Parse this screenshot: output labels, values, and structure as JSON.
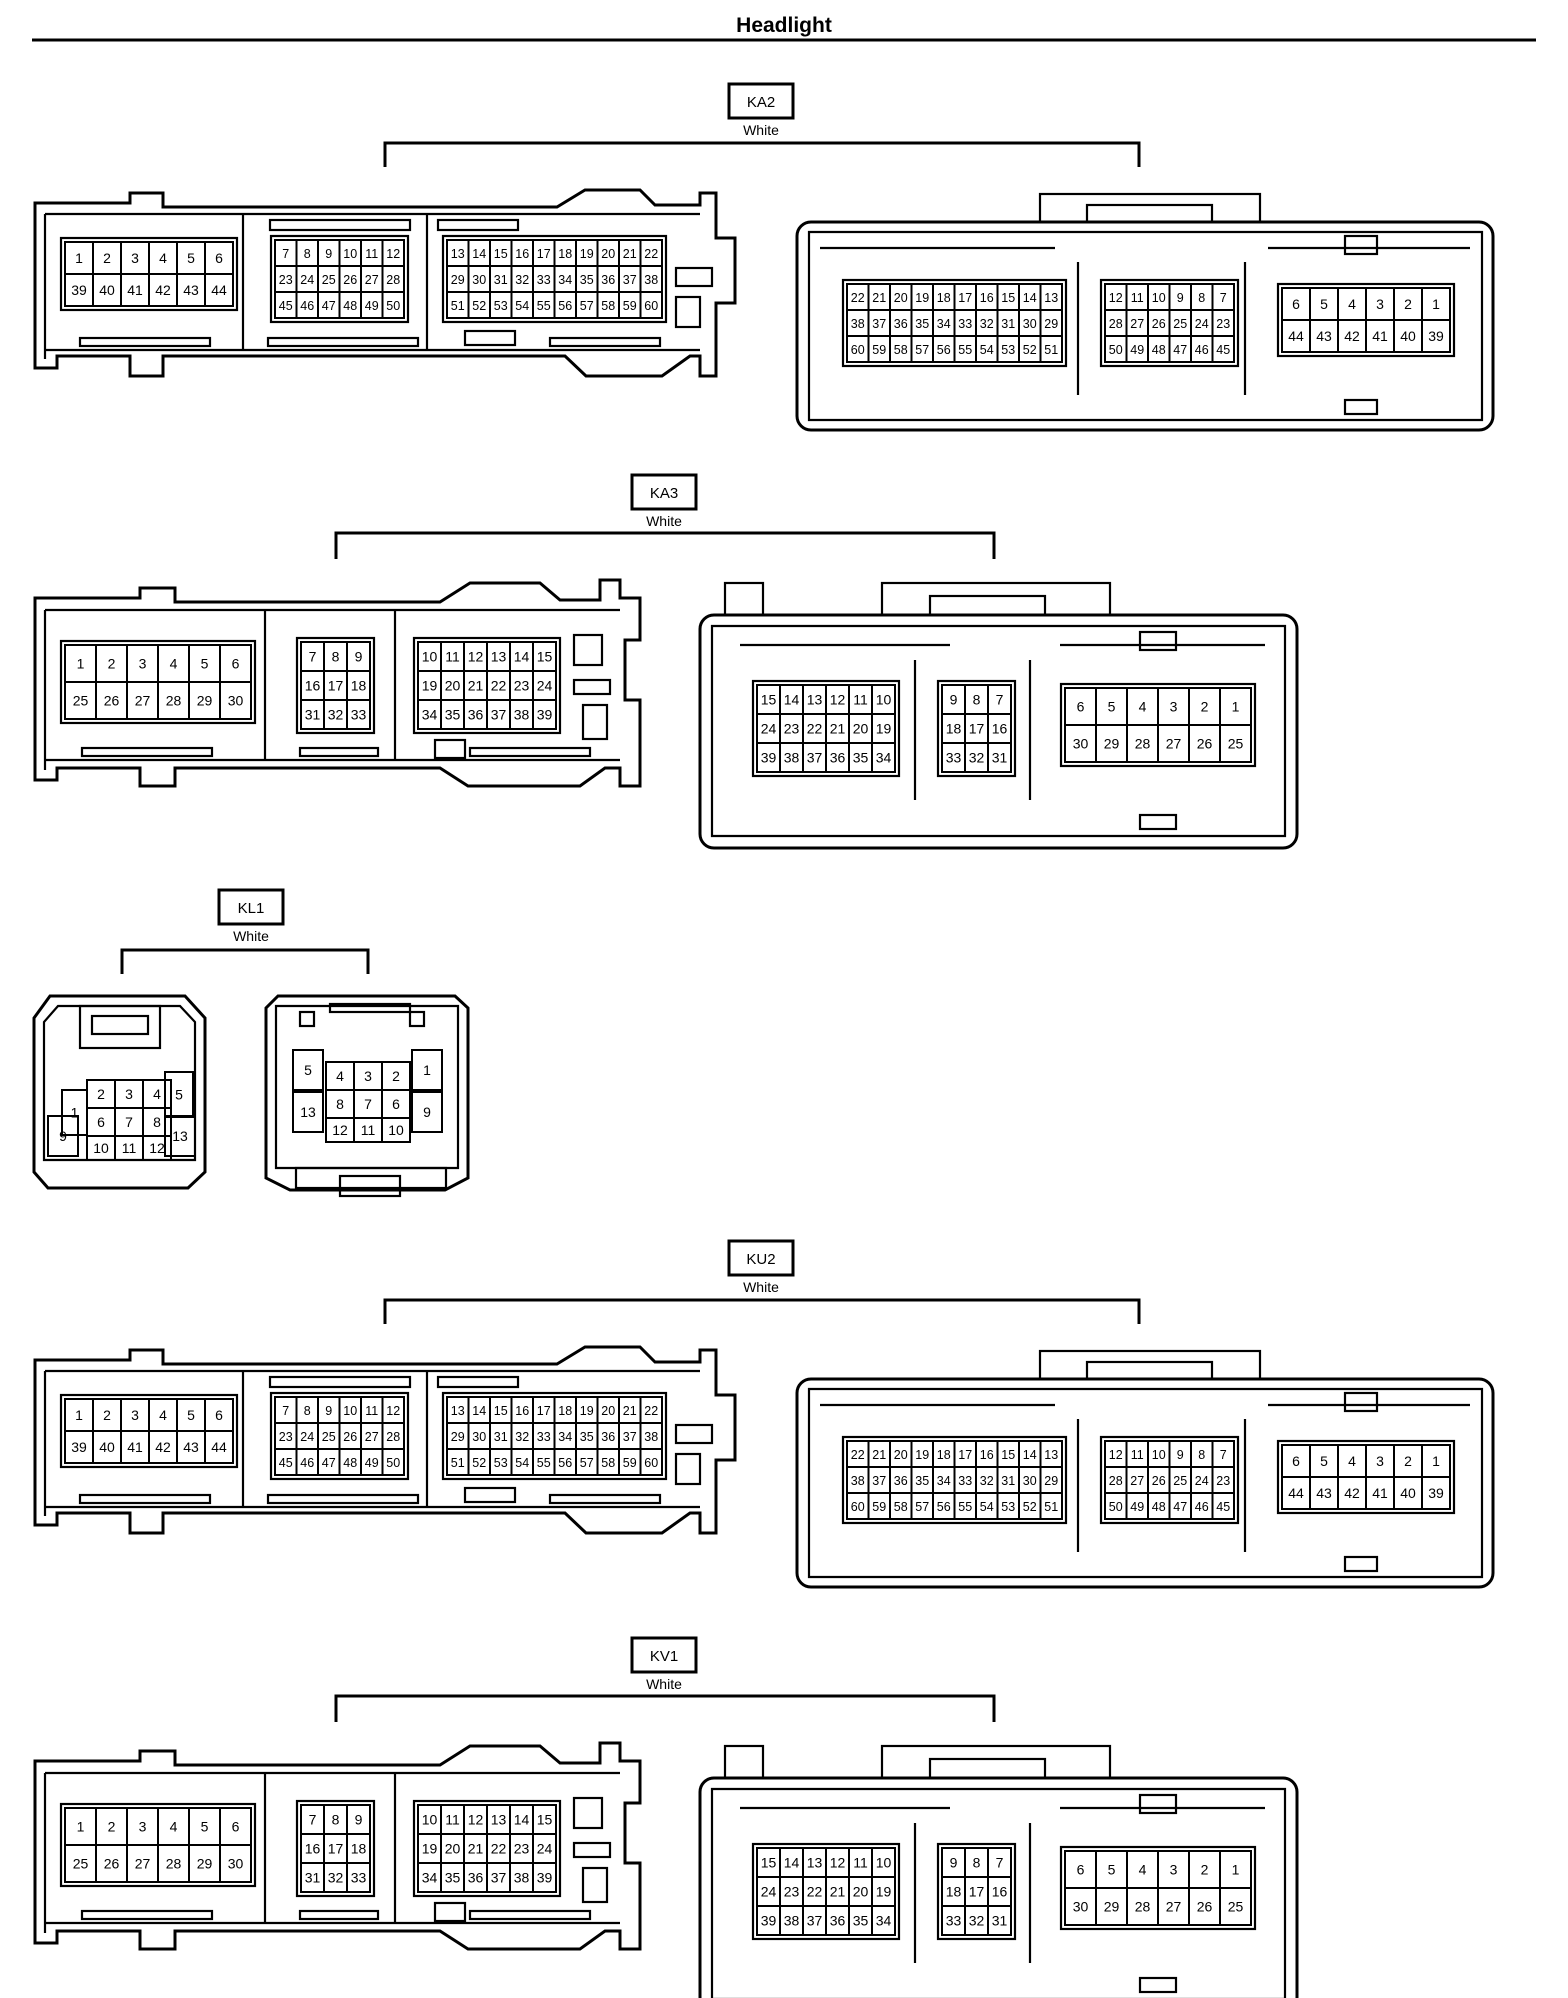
{
  "page": {
    "title": "Headlight"
  },
  "connectors": [
    {
      "id": "KA2",
      "color": "White",
      "left_blocks": [
        [
          [
            "1",
            "2",
            "3",
            "4",
            "5",
            "6"
          ],
          [
            "39",
            "40",
            "41",
            "42",
            "43",
            "44"
          ]
        ],
        [
          [
            "7",
            "8",
            "9",
            "10",
            "11",
            "12"
          ],
          [
            "23",
            "24",
            "25",
            "26",
            "27",
            "28"
          ],
          [
            "45",
            "46",
            "47",
            "48",
            "49",
            "50"
          ]
        ],
        [
          [
            "13",
            "14",
            "15",
            "16",
            "17",
            "18",
            "19",
            "20",
            "21",
            "22"
          ],
          [
            "29",
            "30",
            "31",
            "32",
            "33",
            "34",
            "35",
            "36",
            "37",
            "38"
          ],
          [
            "51",
            "52",
            "53",
            "54",
            "55",
            "56",
            "57",
            "58",
            "59",
            "60"
          ]
        ]
      ],
      "right_blocks": [
        [
          [
            "22",
            "21",
            "20",
            "19",
            "18",
            "17",
            "16",
            "15",
            "14",
            "13"
          ],
          [
            "38",
            "37",
            "36",
            "35",
            "34",
            "33",
            "32",
            "31",
            "30",
            "29"
          ],
          [
            "60",
            "59",
            "58",
            "57",
            "56",
            "55",
            "54",
            "53",
            "52",
            "51"
          ]
        ],
        [
          [
            "12",
            "11",
            "10",
            "9",
            "8",
            "7"
          ],
          [
            "28",
            "27",
            "26",
            "25",
            "24",
            "23"
          ],
          [
            "50",
            "49",
            "48",
            "47",
            "46",
            "45"
          ]
        ],
        [
          [
            "6",
            "5",
            "4",
            "3",
            "2",
            "1"
          ],
          [
            "44",
            "43",
            "42",
            "41",
            "40",
            "39"
          ]
        ]
      ]
    },
    {
      "id": "KA3",
      "color": "White",
      "left_blocks": [
        [
          [
            "1",
            "2",
            "3",
            "4",
            "5",
            "6"
          ],
          [
            "25",
            "26",
            "27",
            "28",
            "29",
            "30"
          ]
        ],
        [
          [
            "7",
            "8",
            "9"
          ],
          [
            "16",
            "17",
            "18"
          ],
          [
            "31",
            "32",
            "33"
          ]
        ],
        [
          [
            "10",
            "11",
            "12",
            "13",
            "14",
            "15"
          ],
          [
            "19",
            "20",
            "21",
            "22",
            "23",
            "24"
          ],
          [
            "34",
            "35",
            "36",
            "37",
            "38",
            "39"
          ]
        ]
      ],
      "right_blocks": [
        [
          [
            "15",
            "14",
            "13",
            "12",
            "11",
            "10"
          ],
          [
            "24",
            "23",
            "22",
            "21",
            "20",
            "19"
          ],
          [
            "39",
            "38",
            "37",
            "36",
            "35",
            "34"
          ]
        ],
        [
          [
            "9",
            "8",
            "7"
          ],
          [
            "18",
            "17",
            "16"
          ],
          [
            "33",
            "32",
            "31"
          ]
        ],
        [
          [
            "6",
            "5",
            "4",
            "3",
            "2",
            "1"
          ],
          [
            "30",
            "29",
            "28",
            "27",
            "26",
            "25"
          ]
        ]
      ]
    },
    {
      "id": "KL1",
      "color": "White",
      "left_pins": [
        "1",
        "2",
        "3",
        "4",
        "5",
        "6",
        "7",
        "8",
        "9",
        "10",
        "11",
        "12",
        "13"
      ],
      "right_pins": [
        "5",
        "4",
        "3",
        "2",
        "1",
        "8",
        "7",
        "6",
        "13",
        "9",
        "12",
        "11",
        "10"
      ]
    },
    {
      "id": "KU2",
      "color": "White",
      "left_blocks": [
        [
          [
            "1",
            "2",
            "3",
            "4",
            "5",
            "6"
          ],
          [
            "39",
            "40",
            "41",
            "42",
            "43",
            "44"
          ]
        ],
        [
          [
            "7",
            "8",
            "9",
            "10",
            "11",
            "12"
          ],
          [
            "23",
            "24",
            "25",
            "26",
            "27",
            "28"
          ],
          [
            "45",
            "46",
            "47",
            "48",
            "49",
            "50"
          ]
        ],
        [
          [
            "13",
            "14",
            "15",
            "16",
            "17",
            "18",
            "19",
            "20",
            "21",
            "22"
          ],
          [
            "29",
            "30",
            "31",
            "32",
            "33",
            "34",
            "35",
            "36",
            "37",
            "38"
          ],
          [
            "51",
            "52",
            "53",
            "54",
            "55",
            "56",
            "57",
            "58",
            "59",
            "60"
          ]
        ]
      ],
      "right_blocks": [
        [
          [
            "22",
            "21",
            "20",
            "19",
            "18",
            "17",
            "16",
            "15",
            "14",
            "13"
          ],
          [
            "38",
            "37",
            "36",
            "35",
            "34",
            "33",
            "32",
            "31",
            "30",
            "29"
          ],
          [
            "60",
            "59",
            "58",
            "57",
            "56",
            "55",
            "54",
            "53",
            "52",
            "51"
          ]
        ],
        [
          [
            "12",
            "11",
            "10",
            "9",
            "8",
            "7"
          ],
          [
            "28",
            "27",
            "26",
            "25",
            "24",
            "23"
          ],
          [
            "50",
            "49",
            "48",
            "47",
            "46",
            "45"
          ]
        ],
        [
          [
            "6",
            "5",
            "4",
            "3",
            "2",
            "1"
          ],
          [
            "44",
            "43",
            "42",
            "41",
            "40",
            "39"
          ]
        ]
      ]
    },
    {
      "id": "KV1",
      "color": "White",
      "left_blocks": [
        [
          [
            "1",
            "2",
            "3",
            "4",
            "5",
            "6"
          ],
          [
            "25",
            "26",
            "27",
            "28",
            "29",
            "30"
          ]
        ],
        [
          [
            "7",
            "8",
            "9"
          ],
          [
            "16",
            "17",
            "18"
          ],
          [
            "31",
            "32",
            "33"
          ]
        ],
        [
          [
            "10",
            "11",
            "12",
            "13",
            "14",
            "15"
          ],
          [
            "19",
            "20",
            "21",
            "22",
            "23",
            "24"
          ],
          [
            "34",
            "35",
            "36",
            "37",
            "38",
            "39"
          ]
        ]
      ],
      "right_blocks": [
        [
          [
            "15",
            "14",
            "13",
            "12",
            "11",
            "10"
          ],
          [
            "24",
            "23",
            "22",
            "21",
            "20",
            "19"
          ],
          [
            "39",
            "38",
            "37",
            "36",
            "35",
            "34"
          ]
        ],
        [
          [
            "9",
            "8",
            "7"
          ],
          [
            "18",
            "17",
            "16"
          ],
          [
            "33",
            "32",
            "31"
          ]
        ],
        [
          [
            "6",
            "5",
            "4",
            "3",
            "2",
            "1"
          ],
          [
            "30",
            "29",
            "28",
            "27",
            "26",
            "25"
          ]
        ]
      ]
    }
  ]
}
